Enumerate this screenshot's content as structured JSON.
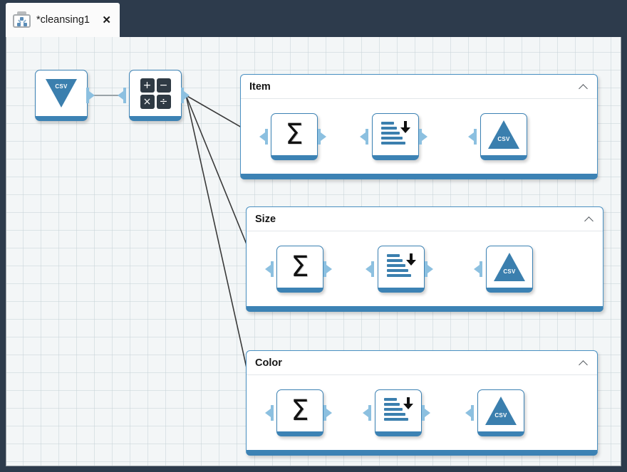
{
  "window": {
    "title_bar_color": "#2d3b4c",
    "canvas_bg_color": "#f3f6f7",
    "accent_color": "#3c82b4"
  },
  "tab": {
    "label": "*cleansing1",
    "close_label": "✕",
    "icon_name": "workflow-document-icon"
  },
  "pipeline": {
    "source_node": {
      "type": "csv-reader",
      "icon_label": "CSV"
    },
    "transform_node": {
      "type": "calculator",
      "keys": [
        "+",
        "−",
        "×",
        "÷"
      ]
    }
  },
  "groups": [
    {
      "title": "Item",
      "collapse_label": "⌃",
      "nodes": [
        {
          "type": "aggregate",
          "glyph": "Σ"
        },
        {
          "type": "sort",
          "glyph": ""
        },
        {
          "type": "csv-writer",
          "glyph": "CSV"
        }
      ]
    },
    {
      "title": "Size",
      "collapse_label": "⌃",
      "nodes": [
        {
          "type": "aggregate",
          "glyph": "Σ"
        },
        {
          "type": "sort",
          "glyph": ""
        },
        {
          "type": "csv-writer",
          "glyph": "CSV"
        }
      ]
    },
    {
      "title": "Color",
      "collapse_label": "⌃",
      "nodes": [
        {
          "type": "aggregate",
          "glyph": "Σ"
        },
        {
          "type": "sort",
          "glyph": ""
        },
        {
          "type": "csv-writer",
          "glyph": "CSV"
        }
      ]
    }
  ]
}
